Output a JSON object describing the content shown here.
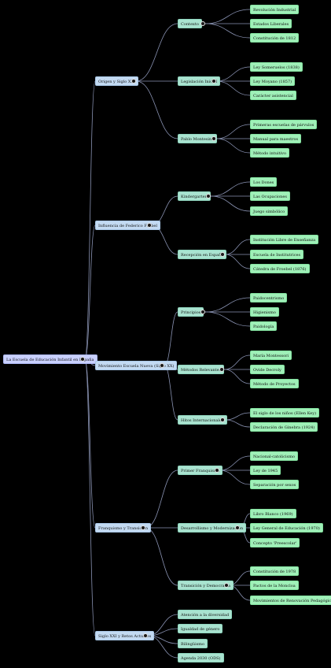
{
  "colors": {
    "edge": "#8a93b3",
    "root": "#c9d0ff",
    "level1": "#c3daf2",
    "level2": "#a9e3d0",
    "level3": "#9ff0b8",
    "background": "#000000"
  },
  "root": "La Escuela de Educación Infantil en España",
  "tree": [
    {
      "id": "b1",
      "label": "Origen y Siglo XIX",
      "children": [
        {
          "id": "b1c1",
          "label": "Contexto",
          "children": [
            "Revolución Industrial",
            "Estados Liberales",
            "Constitución de 1812"
          ]
        },
        {
          "id": "b1c2",
          "label": "Legislación Inicial",
          "children": [
            "Ley Someruelos (1838)",
            "Ley Moyano (1857)",
            "Carácter asistencial"
          ]
        },
        {
          "id": "b1c3",
          "label": "Pablo Montesino",
          "children": [
            "Primeras escuelas de párvulos",
            "Manual para maestros",
            "Método intuitivo"
          ]
        }
      ]
    },
    {
      "id": "b2",
      "label": "Influencia de Federico Fröbel",
      "children": [
        {
          "id": "b2c1",
          "label": "Kindergarten",
          "children": [
            "Los Dones",
            "Las Ocupaciones",
            "Juego simbólico"
          ]
        },
        {
          "id": "b2c2",
          "label": "Recepción en España",
          "children": [
            "Institución Libre de Enseñanza",
            "Escuela de Institutrices",
            "Cátedra de Froebel (1876)"
          ]
        }
      ]
    },
    {
      "id": "b3",
      "label": "Movimiento Escuela Nueva (Siglo XX)",
      "children": [
        {
          "id": "b3c1",
          "label": "Principios",
          "children": [
            "Paidocentrismo",
            "Higienismo",
            "Paidología"
          ]
        },
        {
          "id": "b3c2",
          "label": "Métodos Relevantes",
          "children": [
            "María Montessori",
            "Ovide Decroly",
            "Método de Proyectos"
          ]
        },
        {
          "id": "b3c3",
          "label": "Hitos Internacionales",
          "children": [
            "El siglo de los niños (Ellen Key)",
            "Declaración de Ginebra (1924)"
          ]
        }
      ]
    },
    {
      "id": "b4",
      "label": "Franquismo y Transición",
      "children": [
        {
          "id": "b4c1",
          "label": "Primer Franquismo",
          "children": [
            "Nacional-catolicismo",
            "Ley de 1945",
            "Separación por sexos"
          ]
        },
        {
          "id": "b4c2",
          "label": "Desarrollismo y Modernización",
          "children": [
            "Libro Blanco (1969)",
            "Ley General de Educación (1970)",
            "Concepto 'Preescolar'"
          ]
        },
        {
          "id": "b4c3",
          "label": "Transición y Democracia",
          "children": [
            "Constitución de 1978",
            "Pactos de la Moncloa",
            "Movimientos de Renovación Pedagógica"
          ]
        }
      ]
    },
    {
      "id": "b5",
      "label": "Siglo XXI y Retos Actuales",
      "children": [
        {
          "id": "b5c1",
          "label": "Atención a la diversidad",
          "children": []
        },
        {
          "id": "b5c2",
          "label": "Igualdad de género",
          "children": []
        },
        {
          "id": "b5c3",
          "label": "Bilingüismo",
          "children": []
        },
        {
          "id": "b5c4",
          "label": "Agenda 2030 (ODS)",
          "children": []
        }
      ]
    }
  ]
}
